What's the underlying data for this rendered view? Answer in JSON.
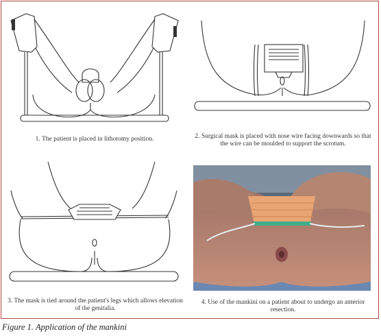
{
  "panels": [
    {
      "number": "1",
      "caption": "1. The patient is placed in lithotomy position."
    },
    {
      "number": "2",
      "caption": "2. Surgical mask is placed with nose wire facing downwards so that the wire can be moulded to support the scrotum."
    },
    {
      "number": "3",
      "caption": "3. The mask is tied around the patient's legs which allows elevation of the genitalia."
    },
    {
      "number": "4",
      "caption": "4. Use of the mankini on a patient about to undergo an anterior resection."
    }
  ],
  "figure_caption": "Figure 1. Application of the mankini",
  "colors": {
    "frame_border": "#b5463f",
    "mask_orange": "#e9a574",
    "mask_green": "#3fae8a",
    "skin": "#c58f7a"
  }
}
